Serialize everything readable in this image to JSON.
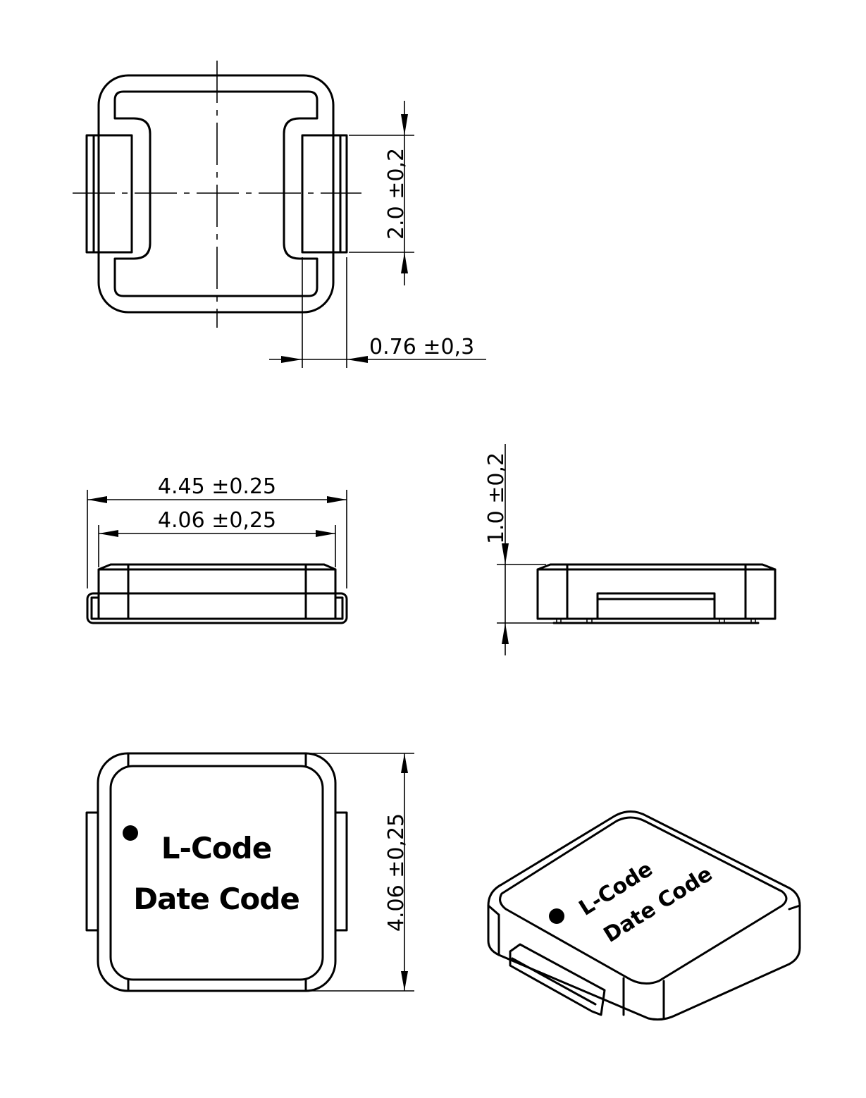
{
  "dimensions": {
    "terminal_height": "2.0 ±0,2",
    "terminal_width": "0.76 ±0,3",
    "overall_length": "4.45 ±0.25",
    "body_length": "4.06 ±0,25",
    "height": "1.0 ±0,2",
    "body_width": "4.06 ±0,25"
  },
  "marking": {
    "line1": "L-Code",
    "line2": "Date Code"
  }
}
